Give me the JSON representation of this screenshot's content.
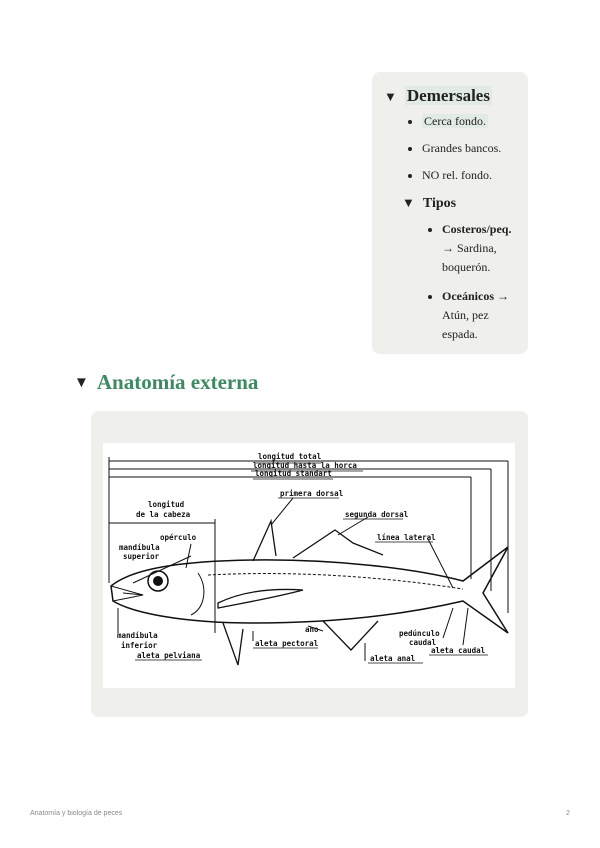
{
  "card": {
    "title": "Demersales",
    "items": [
      "Cerca fondo.",
      "Grandes bancos.",
      "NO rel. fondo."
    ],
    "tipos_title": "Tipos",
    "tipos": [
      {
        "bold": "Costeros/peq.",
        "text": " → Sardina, boquerón."
      },
      {
        "bold": "Oceánicos",
        "text": " → Atún, pez espada."
      }
    ]
  },
  "toggle_glyph": "▼",
  "section": {
    "title": "Anatomía externa"
  },
  "diagram": {
    "labels": {
      "total": "longitud total",
      "horca": "longitud hasta la horca",
      "standart": "longitud standart",
      "cabeza1": "longitud",
      "cabeza2": "de la cabeza",
      "primera_dorsal": "primera dorsal",
      "segunda_dorsal": "segunda dorsal",
      "opercula": "opérculo",
      "mand_sup1": "mandíbula",
      "mand_sup2": "superior",
      "linea_lateral": "línea lateral",
      "mand_inf1": "mandíbula",
      "mand_inf2": "inferior",
      "ano": "ano",
      "pedunculo1": "pedúnculo",
      "pedunculo2": "caudal",
      "aleta_pectoral": "aleta pectoral",
      "aleta_caudal": "aleta caudal",
      "aleta_pelviana": "aleta pelviana",
      "aleta_anal": "aleta anal"
    }
  },
  "footer": {
    "left": "Anatomía y biología de peces",
    "right": "2"
  }
}
